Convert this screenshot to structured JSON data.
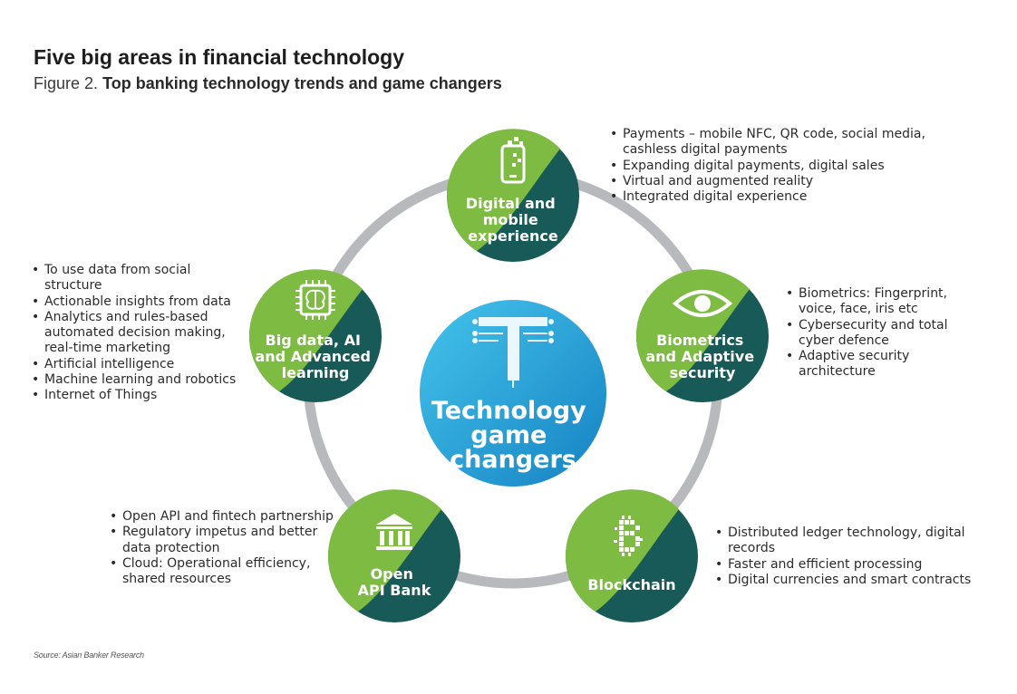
{
  "title": "Five big areas in financial technology",
  "subtitle": {
    "figure_label": "Figure 2.",
    "text": "Top banking technology trends and game changers"
  },
  "colors": {
    "node_light_green": "#7dbb42",
    "node_dark_teal": "#175a57",
    "center_blue_light": "#3bbbe6",
    "center_blue_dark": "#1489c8",
    "ring_gray": "#b7b9bd",
    "text": "#2b2b2b"
  },
  "center": {
    "icon": "t-letter-circuit-icon",
    "label_lines": [
      "Technology",
      "game",
      "changers"
    ]
  },
  "nodes": {
    "digital": {
      "icon": "mobile-phone-icon",
      "label_lines": [
        "Digital and",
        "mobile",
        "experience"
      ],
      "bullets": [
        "Payments – mobile NFC, QR code, social media, cashless digital payments",
        "Expanding digital payments, digital sales",
        "Virtual and augmented reality",
        "Integrated digital experience"
      ]
    },
    "biometrics": {
      "icon": "eye-icon",
      "label_lines": [
        "Biometrics",
        "and Adaptive",
        "security"
      ],
      "bullets": [
        "Biometrics: Fingerprint, voice, face, iris etc",
        "Cybersecurity and total cyber defence",
        "Adaptive security architecture"
      ]
    },
    "bigdata": {
      "icon": "brain-chip-icon",
      "label_lines": [
        "Big data, AI",
        "and Advanced",
        "learning"
      ],
      "bullets": [
        "To use data from social structure",
        "Actionable insights from data",
        "Analytics and rules-based automated decision making, real-time marketing",
        "Artificial intelligence",
        "Machine learning and robotics",
        "Internet of Things"
      ]
    },
    "api": {
      "icon": "bank-building-icon",
      "label_lines": [
        "Open",
        "API Bank"
      ],
      "bullets": [
        "Open API and fintech partnership",
        "Regulatory impetus and better data protection",
        "Cloud: Operational efficiency, shared resources"
      ]
    },
    "blockchain": {
      "icon": "bitcoin-pixel-icon",
      "label_lines": [
        "Blockchain"
      ],
      "bullets": [
        "Distributed ledger technology, digital records",
        "Faster and efficient processing",
        "Digital currencies and smart contracts"
      ]
    }
  },
  "source": "Source: Asian Banker Research"
}
